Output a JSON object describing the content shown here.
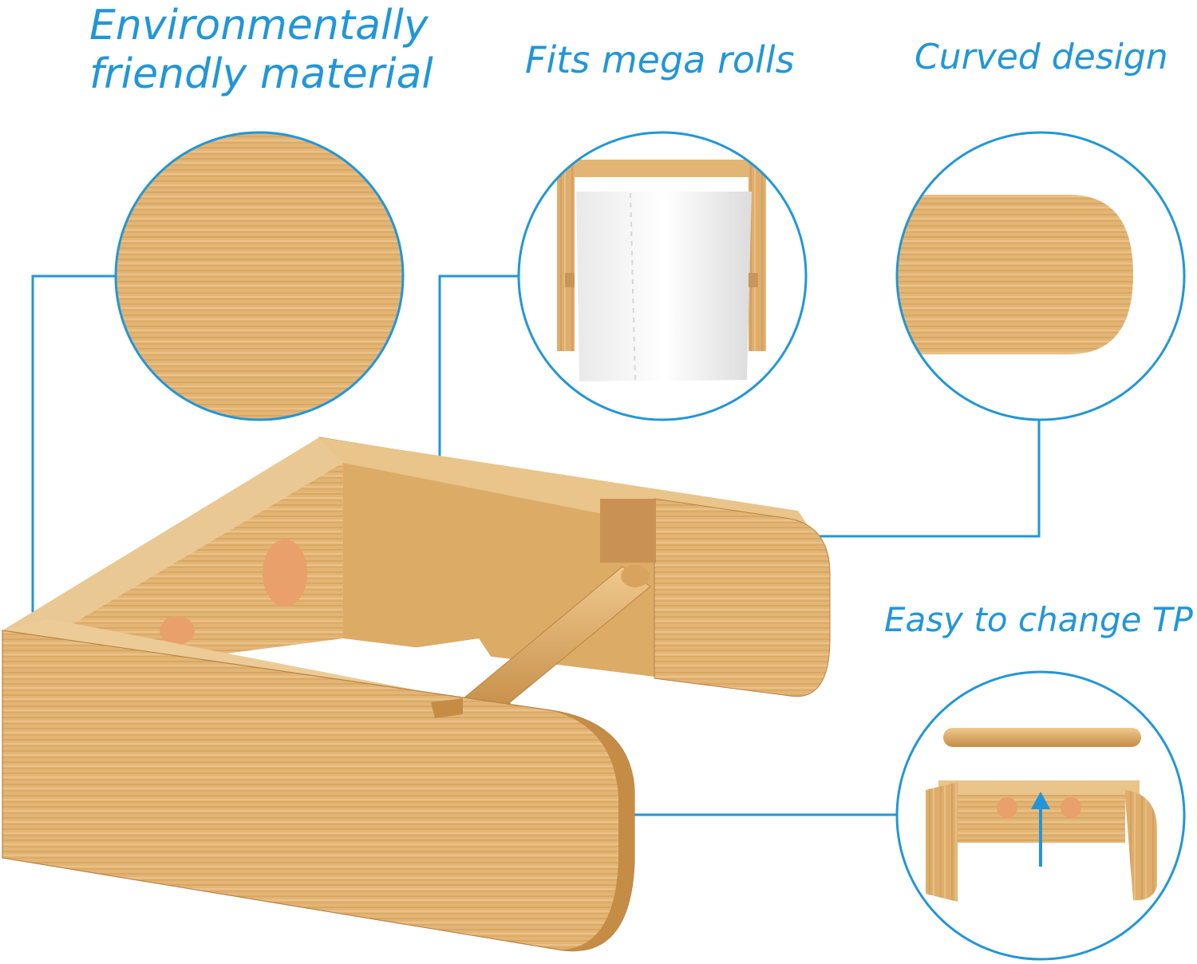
{
  "features": {
    "material": "Environmentally friendly material",
    "mega_rolls": "Fits mega rolls",
    "curved": "Curved design",
    "easy_change": "Easy to change TP"
  },
  "colors": {
    "accent": "#2196d9",
    "bamboo_light": "#e7bd7c",
    "bamboo_mid": "#d9a75f",
    "bamboo_dark": "#b98444",
    "adhesive_pad": "#e9a06a",
    "background": "#ffffff"
  }
}
